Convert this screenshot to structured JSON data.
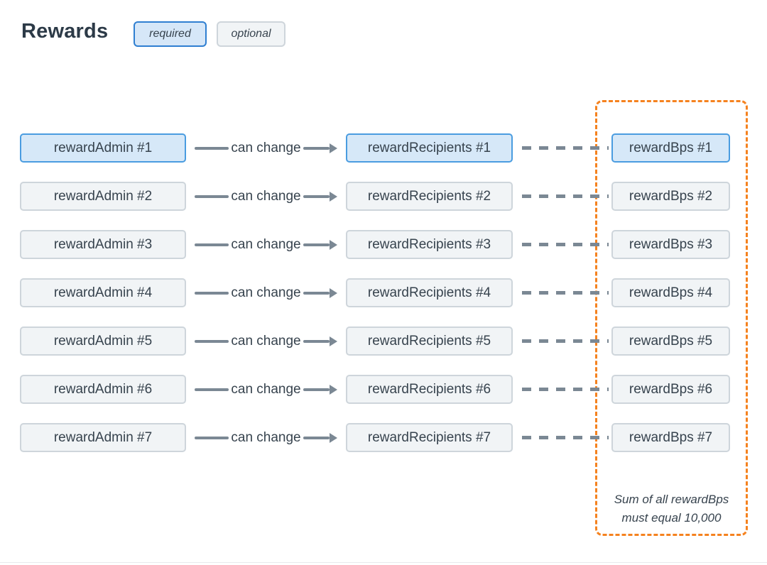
{
  "page": {
    "title": "Rewards"
  },
  "legend": {
    "required_label": "required",
    "optional_label": "optional"
  },
  "connector_label": "can change",
  "rows": [
    {
      "admin": "rewardAdmin #1",
      "recipients": "rewardRecipients #1",
      "bps": "rewardBps #1",
      "required": true
    },
    {
      "admin": "rewardAdmin #2",
      "recipients": "rewardRecipients #2",
      "bps": "rewardBps #2",
      "required": false
    },
    {
      "admin": "rewardAdmin #3",
      "recipients": "rewardRecipients #3",
      "bps": "rewardBps #3",
      "required": false
    },
    {
      "admin": "rewardAdmin #4",
      "recipients": "rewardRecipients #4",
      "bps": "rewardBps #4",
      "required": false
    },
    {
      "admin": "rewardAdmin #5",
      "recipients": "rewardRecipients #5",
      "bps": "rewardBps #5",
      "required": false
    },
    {
      "admin": "rewardAdmin #6",
      "recipients": "rewardRecipients #6",
      "bps": "rewardBps #6",
      "required": false
    },
    {
      "admin": "rewardAdmin #7",
      "recipients": "rewardRecipients #7",
      "bps": "rewardBps #7",
      "required": false
    }
  ],
  "constraint_note": {
    "line1": "Sum of all rewardBps",
    "line2": "must equal 10,000"
  },
  "colors": {
    "required_border": "#2f7fd1",
    "required_node_border": "#4a9ce0",
    "required_fill": "#d6e8f8",
    "optional_border": "#ced5db",
    "optional_fill": "#f1f4f6",
    "arrow_gray": "#7b8894",
    "constraint_orange": "#f5821f",
    "text_navy": "#37434e"
  }
}
